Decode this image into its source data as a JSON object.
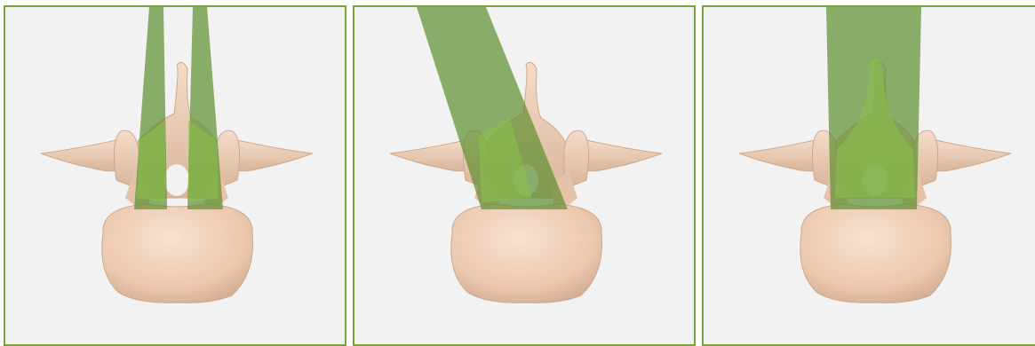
{
  "panels": [
    {
      "id": "bilateral-approach",
      "beam": "two-narrow-parallel-beams"
    },
    {
      "id": "unilateral-oblique-approach",
      "beam": "single-oblique-beam"
    },
    {
      "id": "midline-approach",
      "beam": "single-wide-vertical-beam"
    }
  ],
  "colors": {
    "frame": "#7aa33a",
    "panel_background": "#f2f2f2",
    "bone": "#eccdb5",
    "bone_shadow": "#c9a88f",
    "beam": "#5c8f2f",
    "beam_highlight": "#8bc34a"
  }
}
